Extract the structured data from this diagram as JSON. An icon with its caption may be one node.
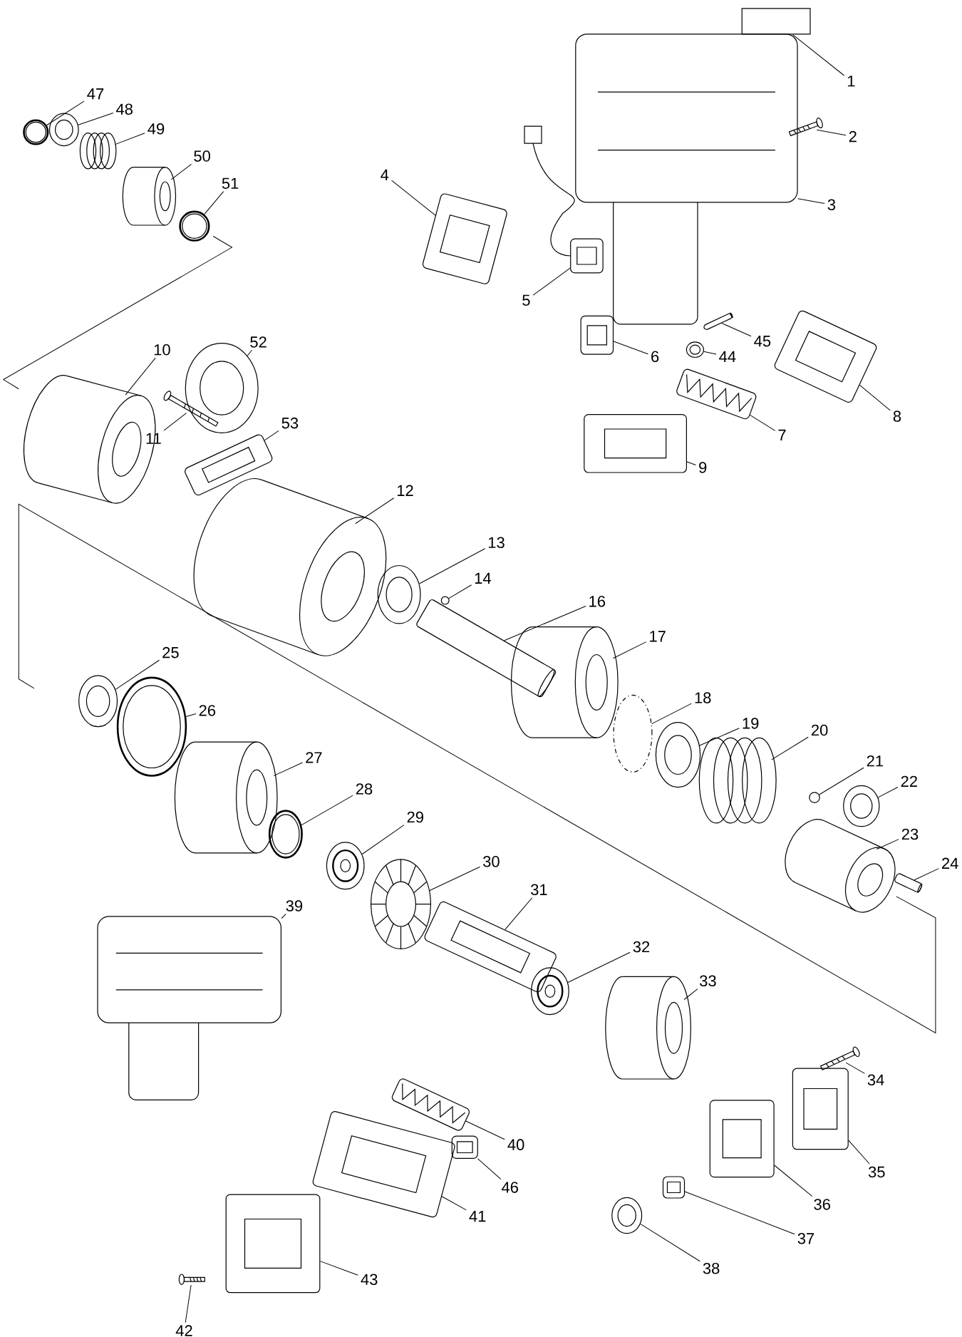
{
  "diagram": {
    "nodes": [
      {
        "text": [
          "1"
        ]
      },
      {
        "text": [],
        "shape": "box"
      },
      {
        "text": [
          "2"
        ]
      },
      {
        "text": [],
        "shape": "picture"
      },
      {
        "text": [
          "3"
        ]
      },
      {
        "text": [],
        "shape": "picture"
      },
      {
        "text": [
          "4"
        ]
      },
      {
        "text": [],
        "shape": "picture"
      },
      {
        "text": [
          "5"
        ]
      },
      {
        "text": [],
        "shape": "picture"
      },
      {
        "text": [
          "6"
        ]
      },
      {
        "text": [],
        "shape": "picture"
      },
      {
        "text": [
          "7"
        ]
      },
      {
        "text": [],
        "shape": "picture"
      },
      {
        "text": [
          "8"
        ]
      },
      {
        "text": [],
        "shape": "picture"
      },
      {
        "text": [
          "9"
        ]
      },
      {
        "text": [],
        "shape": "picture"
      },
      {
        "text": [
          "10"
        ]
      },
      {
        "text": [],
        "shape": "picture"
      },
      {
        "text": [
          "11"
        ]
      },
      {
        "text": [],
        "shape": "picture"
      },
      {
        "text": [
          "12"
        ]
      },
      {
        "text": [],
        "shape": "picture"
      },
      {
        "text": [
          "13"
        ]
      },
      {
        "text": [],
        "shape": "picture"
      },
      {
        "text": [
          "14"
        ]
      },
      {
        "text": [],
        "shape": "circle"
      },
      {
        "text": [
          "16"
        ]
      },
      {
        "text": [],
        "shape": "picture"
      },
      {
        "text": [
          "17"
        ]
      },
      {
        "text": [],
        "shape": "picture"
      },
      {
        "text": [
          "18"
        ]
      },
      {
        "text": [],
        "shape": "circle"
      },
      {
        "text": [
          "19"
        ]
      },
      {
        "text": [],
        "shape": "picture"
      },
      {
        "text": [
          "20"
        ]
      },
      {
        "text": [],
        "shape": "picture"
      },
      {
        "text": [
          "21"
        ]
      },
      {
        "text": [],
        "shape": "circle"
      },
      {
        "text": [
          "22"
        ]
      },
      {
        "text": [],
        "shape": "picture"
      },
      {
        "text": [
          "23"
        ]
      },
      {
        "text": [],
        "shape": "picture"
      },
      {
        "text": [
          "24"
        ]
      },
      {
        "text": [],
        "shape": "picture"
      },
      {
        "text": [
          "25"
        ]
      },
      {
        "text": [],
        "shape": "picture"
      },
      {
        "text": [
          "26"
        ]
      },
      {
        "text": [],
        "shape": "picture"
      },
      {
        "text": [
          "27"
        ]
      },
      {
        "text": [],
        "shape": "picture"
      },
      {
        "text": [
          "28"
        ]
      },
      {
        "text": [],
        "shape": "picture"
      },
      {
        "text": [
          "29"
        ]
      },
      {
        "text": [],
        "shape": "picture"
      },
      {
        "text": [
          "30"
        ]
      },
      {
        "text": [],
        "shape": "picture"
      },
      {
        "text": [
          "31"
        ]
      },
      {
        "text": [],
        "shape": "picture"
      },
      {
        "text": [
          "32"
        ]
      },
      {
        "text": [],
        "shape": "picture"
      },
      {
        "text": [
          "33"
        ]
      },
      {
        "text": [],
        "shape": "picture"
      },
      {
        "text": [
          "34"
        ]
      },
      {
        "text": [],
        "shape": "picture"
      },
      {
        "text": [
          "35"
        ]
      },
      {
        "text": [],
        "shape": "picture"
      },
      {
        "text": [
          "36"
        ]
      },
      {
        "text": [],
        "shape": "picture"
      },
      {
        "text": [
          "37"
        ]
      },
      {
        "text": [],
        "shape": "picture"
      },
      {
        "text": [
          "38"
        ]
      },
      {
        "text": [],
        "shape": "picture"
      },
      {
        "text": [
          "39"
        ]
      },
      {
        "text": [],
        "shape": "picture"
      },
      {
        "text": [
          "40"
        ]
      },
      {
        "text": [],
        "shape": "picture"
      },
      {
        "text": [
          "41"
        ]
      },
      {
        "text": [],
        "shape": "picture"
      },
      {
        "text": [
          "42"
        ]
      },
      {
        "text": [],
        "shape": "picture"
      },
      {
        "text": [
          "43"
        ]
      },
      {
        "text": [],
        "shape": "picture"
      },
      {
        "text": [
          "44"
        ]
      },
      {
        "text": [],
        "shape": "picture"
      },
      {
        "text": [
          "45"
        ]
      },
      {
        "text": [],
        "shape": "picture"
      },
      {
        "text": [
          "46"
        ]
      },
      {
        "text": [],
        "shape": "picture"
      },
      {
        "text": [
          "47"
        ]
      },
      {
        "text": [],
        "shape": "picture"
      },
      {
        "text": [
          "48"
        ]
      },
      {
        "text": [],
        "shape": "picture"
      },
      {
        "text": [
          "49"
        ]
      },
      {
        "text": [],
        "shape": "picture"
      },
      {
        "text": [
          "50"
        ]
      },
      {
        "text": [],
        "shape": "picture"
      },
      {
        "text": [
          "51"
        ]
      },
      {
        "text": [],
        "shape": "picture"
      },
      {
        "text": [
          "52"
        ]
      },
      {
        "text": [],
        "shape": "picture"
      },
      {
        "text": [
          "53"
        ]
      },
      {
        "text": [],
        "shape": "picture"
      }
    ],
    "edges": [
      {
        "from": 0,
        "to": 1,
        "arrow": "none"
      },
      {
        "from": 2,
        "to": 3,
        "arrow": "none"
      },
      {
        "from": 4,
        "to": 5,
        "arrow": "none"
      },
      {
        "from": 6,
        "to": 7,
        "arrow": "none"
      },
      {
        "from": 8,
        "to": 9,
        "arrow": "none"
      },
      {
        "from": 10,
        "to": 11,
        "arrow": "none"
      },
      {
        "from": 12,
        "to": 13,
        "arrow": "none"
      },
      {
        "from": 14,
        "to": 15,
        "arrow": "none"
      },
      {
        "from": 16,
        "to": 17,
        "arrow": "none"
      },
      {
        "from": 18,
        "to": 19,
        "arrow": "none"
      },
      {
        "from": 20,
        "to": 21,
        "arrow": "none"
      },
      {
        "from": 22,
        "to": 23,
        "arrow": "none"
      },
      {
        "from": 24,
        "to": 25,
        "arrow": "none"
      },
      {
        "from": 26,
        "to": 27,
        "arrow": "none"
      },
      {
        "from": 28,
        "to": 29,
        "arrow": "none"
      },
      {
        "from": 30,
        "to": 31,
        "arrow": "none"
      },
      {
        "from": 32,
        "to": 33,
        "arrow": "none"
      },
      {
        "from": 34,
        "to": 35,
        "arrow": "none"
      },
      {
        "from": 36,
        "to": 37,
        "arrow": "none"
      },
      {
        "from": 38,
        "to": 39,
        "arrow": "none"
      },
      {
        "from": 40,
        "to": 41,
        "arrow": "none"
      },
      {
        "from": 42,
        "to": 43,
        "arrow": "none"
      },
      {
        "from": 44,
        "to": 45,
        "arrow": "none"
      },
      {
        "from": 46,
        "to": 47,
        "arrow": "none"
      },
      {
        "from": 48,
        "to": 49,
        "arrow": "none"
      },
      {
        "from": 50,
        "to": 51,
        "arrow": "none"
      },
      {
        "from": 52,
        "to": 53,
        "arrow": "none"
      },
      {
        "from": 54,
        "to": 55,
        "arrow": "none"
      },
      {
        "from": 56,
        "to": 57,
        "arrow": "none"
      },
      {
        "from": 58,
        "to": 59,
        "arrow": "none"
      },
      {
        "from": 60,
        "to": 61,
        "arrow": "none"
      },
      {
        "from": 62,
        "to": 63,
        "arrow": "none"
      },
      {
        "from": 64,
        "to": 65,
        "arrow": "none"
      },
      {
        "from": 66,
        "to": 67,
        "arrow": "none"
      },
      {
        "from": 68,
        "to": 69,
        "arrow": "none"
      },
      {
        "from": 70,
        "to": 71,
        "arrow": "none"
      },
      {
        "from": 72,
        "to": 73,
        "arrow": "none"
      },
      {
        "from": 74,
        "to": 75,
        "arrow": "none"
      },
      {
        "from": 76,
        "to": 77,
        "arrow": "none"
      },
      {
        "from": 78,
        "to": 79,
        "arrow": "none"
      },
      {
        "from": 80,
        "to": 81,
        "arrow": "none"
      },
      {
        "from": 82,
        "to": 83,
        "arrow": "none"
      },
      {
        "from": 84,
        "to": 85,
        "arrow": "none"
      },
      {
        "from": 86,
        "to": 87,
        "arrow": "none"
      },
      {
        "from": 88,
        "to": 89,
        "arrow": "none"
      },
      {
        "from": 90,
        "to": 91,
        "arrow": "none"
      },
      {
        "from": 92,
        "to": 93,
        "arrow": "none"
      },
      {
        "from": 94,
        "to": 95,
        "arrow": "none"
      },
      {
        "from": 96,
        "to": 97,
        "arrow": "none"
      },
      {
        "from": 98,
        "to": 99,
        "arrow": "none"
      },
      {
        "from": 100,
        "to": 101,
        "arrow": "none"
      },
      {
        "from": 102,
        "to": 103,
        "arrow": "none"
      }
    ]
  }
}
